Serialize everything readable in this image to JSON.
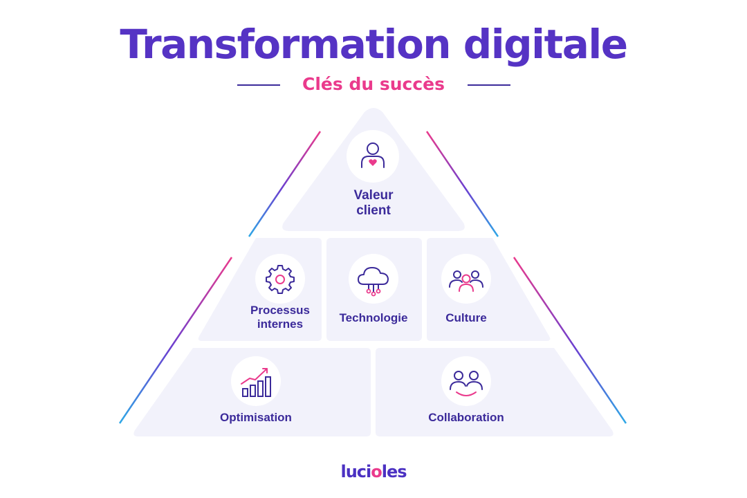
{
  "header": {
    "title": "Transformation digitale",
    "subtitle": "Clés du succès"
  },
  "pyramid": {
    "top": {
      "label_line1": "Valeur",
      "label_line2": "client",
      "icon": "user-heart-icon"
    },
    "middle": [
      {
        "label_line1": "Processus",
        "label_line2": "internes",
        "icon": "gear-icon"
      },
      {
        "label": "Technologie",
        "icon": "cloud-circuit-icon"
      },
      {
        "label": "Culture",
        "icon": "people-group-icon"
      }
    ],
    "bottom": [
      {
        "label": "Optimisation",
        "icon": "growth-chart-icon"
      },
      {
        "label": "Collaboration",
        "icon": "two-people-icon"
      }
    ]
  },
  "brand": {
    "logo_prefix": "luci",
    "logo_accent": "o",
    "logo_suffix": "les"
  },
  "colors": {
    "primary": "#5533c4",
    "accent": "#ea3a8c",
    "panel": "#f2f2fb",
    "text": "#3b2a9a",
    "gradient_start": "#ea3a8c",
    "gradient_mid": "#6a3fd0",
    "gradient_end": "#2fa8e6"
  }
}
